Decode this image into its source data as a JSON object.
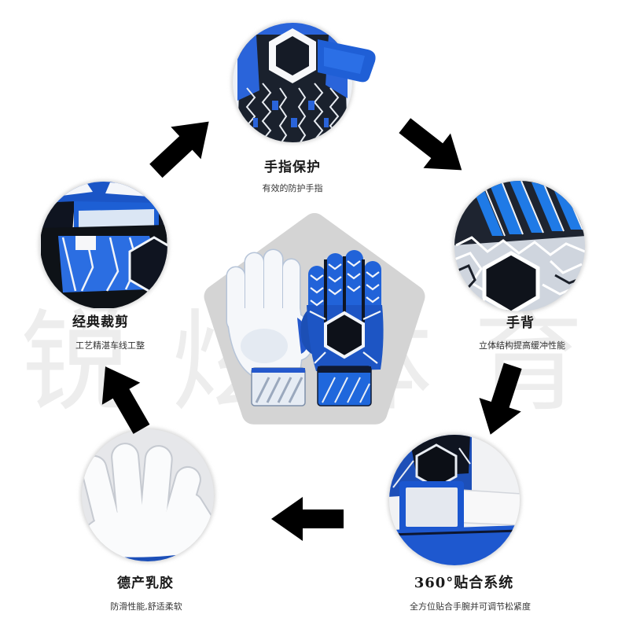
{
  "watermark": "锐炫体育",
  "features": [
    {
      "title": "手指保护",
      "subtitle": "有效的防护手指"
    },
    {
      "title": "手背",
      "subtitle": "立体结构提高缓冲性能"
    },
    {
      "title": "360°贴合系统",
      "subtitle": "全方位贴合手腕并可调节松紧度"
    },
    {
      "title": "德产乳胶",
      "subtitle": "防滑性能,舒适柔软"
    },
    {
      "title": "经典裁剪",
      "subtitle": "工艺精湛车线工整"
    }
  ],
  "colors": {
    "background": "#ffffff",
    "pentagon": "#d4d4d4",
    "arrow": "#000000",
    "glove_blue": "#1f5fd6",
    "glove_black": "#111418",
    "latex_white": "#f6f7f9",
    "title_text": "#1a1a1a",
    "subtitle_text": "#333333",
    "watermark": "#ededed"
  }
}
